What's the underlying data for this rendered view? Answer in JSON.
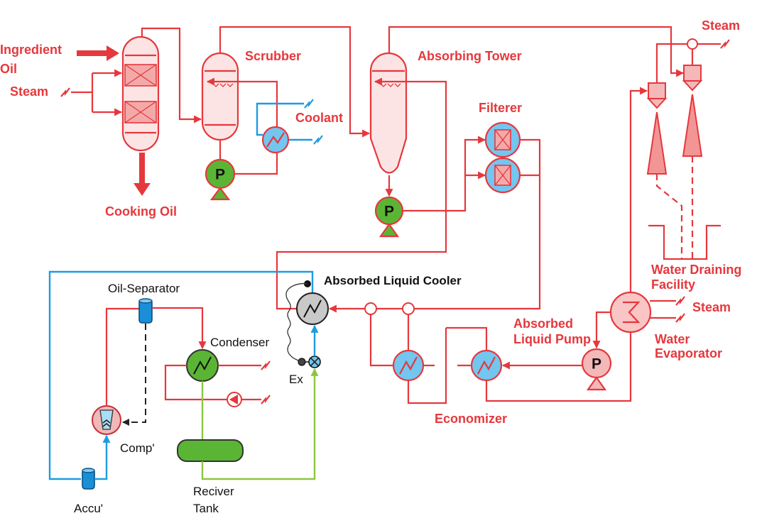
{
  "diagram": {
    "labels": {
      "ingredient_oil": [
        "Ingredient",
        "Oil"
      ],
      "steam_inlet": "Steam",
      "cooking_oil": "Cooking Oil",
      "scrubber": "Scrubber",
      "coolant": "Coolant",
      "absorbing_tower": "Absorbing Tower",
      "filterer": "Filterer",
      "steam_top": "Steam",
      "absorbed_liquid_cooler": "Absorbed Liquid Cooler",
      "oil_separator": "Oil-Separator",
      "condenser": "Condenser",
      "expansion_valve": "Ex",
      "compressor": "Comp'",
      "accumulator": "Accu'",
      "receiver_tank": [
        "Reciver",
        "Tank"
      ],
      "economizer": "Economizer",
      "absorbed_liquid_pump": [
        "Absorbed",
        "Liquid Pump"
      ],
      "water_draining_facility": [
        "Water Draining",
        "Facility"
      ],
      "steam_evaporator": "Steam",
      "water_evaporator": [
        "Water",
        "Evaporator"
      ]
    },
    "pump_symbol": "P"
  },
  "colors": {
    "process_line": "#e5383d",
    "refrigerant_line": "#1e9be0",
    "liquid_refrigerant_line": "#8dc63f",
    "vessel_fill": "#fde4e4",
    "heat_exchanger_fill": "#73c6ef",
    "pump_fill": "#5bb534",
    "cooler_fill": "#c9c9c9"
  }
}
